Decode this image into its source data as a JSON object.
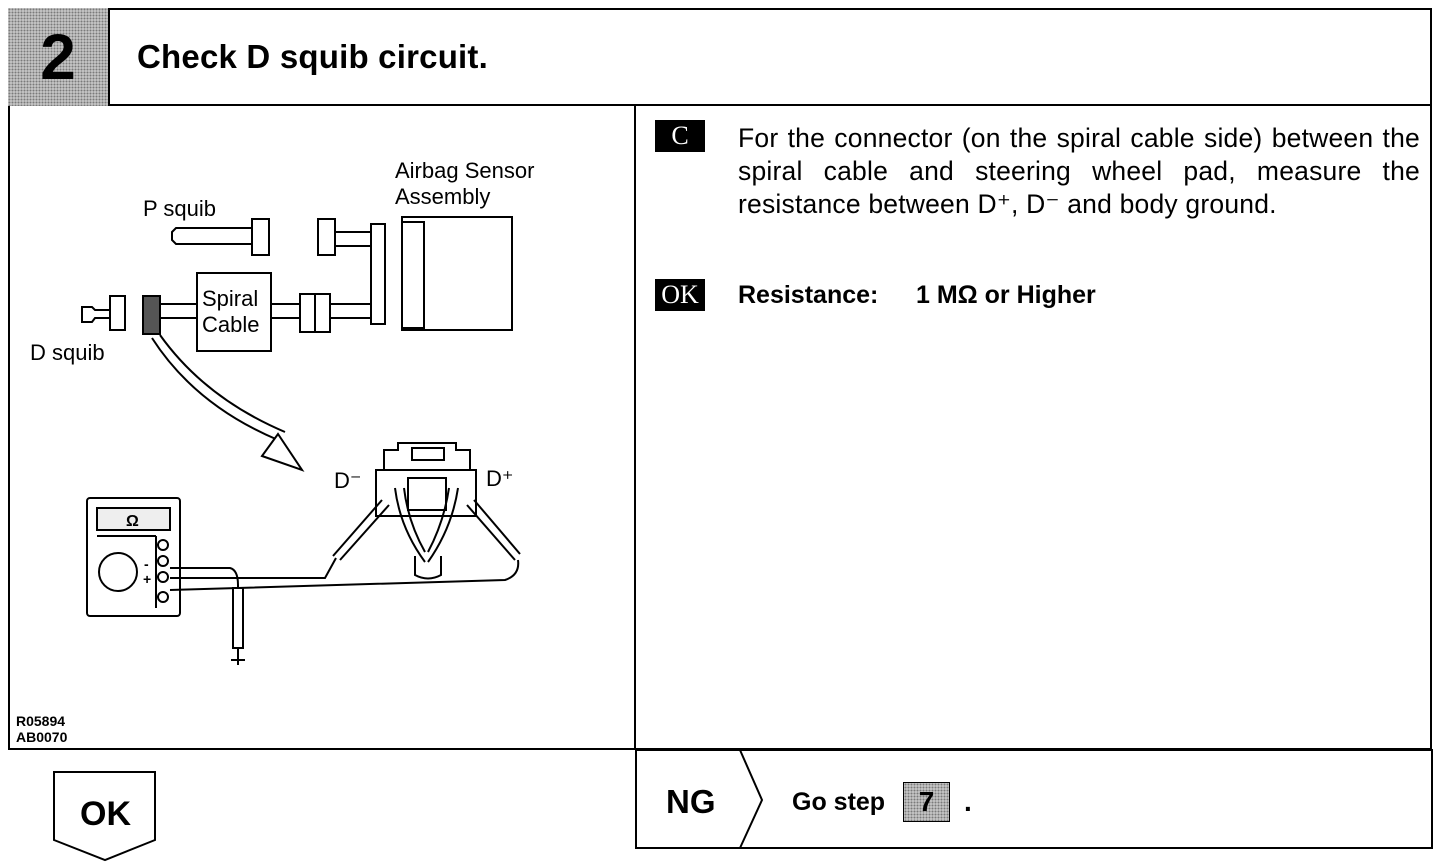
{
  "header": {
    "step_number": "2",
    "title": "Check D squib circuit."
  },
  "diagram": {
    "labels": {
      "airbag_sensor_line1": "Airbag Sensor",
      "airbag_sensor_line2": "Assembly",
      "p_squib": "P squib",
      "d_squib": "D squib",
      "spiral_line1": "Spiral",
      "spiral_line2": "Cable",
      "d_minus": "D⁻",
      "d_plus": "D⁺",
      "ohm": "Ω",
      "meter_minus": "-",
      "meter_plus": "+"
    },
    "codes": [
      "R05894",
      "AB0070"
    ]
  },
  "instruction": {
    "tag": "C",
    "text": "For the connector (on the spiral cable side) between the spiral cable and steering wheel pad, measure the resistance between D⁺, D⁻ and body ground."
  },
  "spec": {
    "tag": "OK",
    "label": "Resistance:",
    "value": "1 MΩ or Higher"
  },
  "footer": {
    "ok_label": "OK",
    "ng_label": "NG",
    "go_text": "Go step",
    "go_step": "7",
    "go_suffix": "."
  }
}
